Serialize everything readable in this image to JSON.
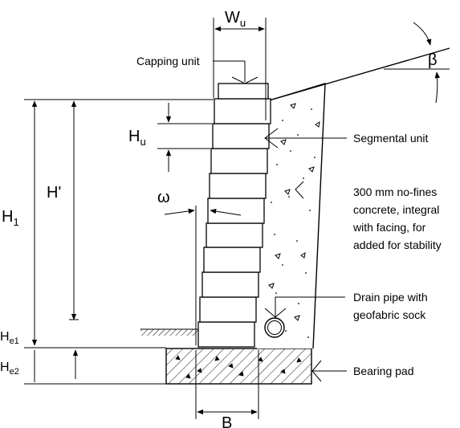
{
  "labels": {
    "capping_unit": "Capping unit",
    "segmental_unit": "Segmental unit",
    "no_fines_line1": "300 mm no-fines",
    "no_fines_line2": "concrete, integral",
    "no_fines_line3": "with facing, for",
    "no_fines_line4": "added for stability",
    "drain_line1": "Drain pipe with",
    "drain_line2": "geofabric sock",
    "bearing_pad": "Bearing pad"
  },
  "symbols": {
    "wu_main": "W",
    "wu_sub": "u",
    "hu_main": "H",
    "hu_sub": "u",
    "h1_main": "H",
    "h1_sub": "1",
    "hprime": "H'",
    "he1_main": "H",
    "he1_sub": "e1",
    "he2_main": "H",
    "he2_sub": "e2",
    "omega": "ω",
    "beta": "β",
    "b": "B"
  }
}
